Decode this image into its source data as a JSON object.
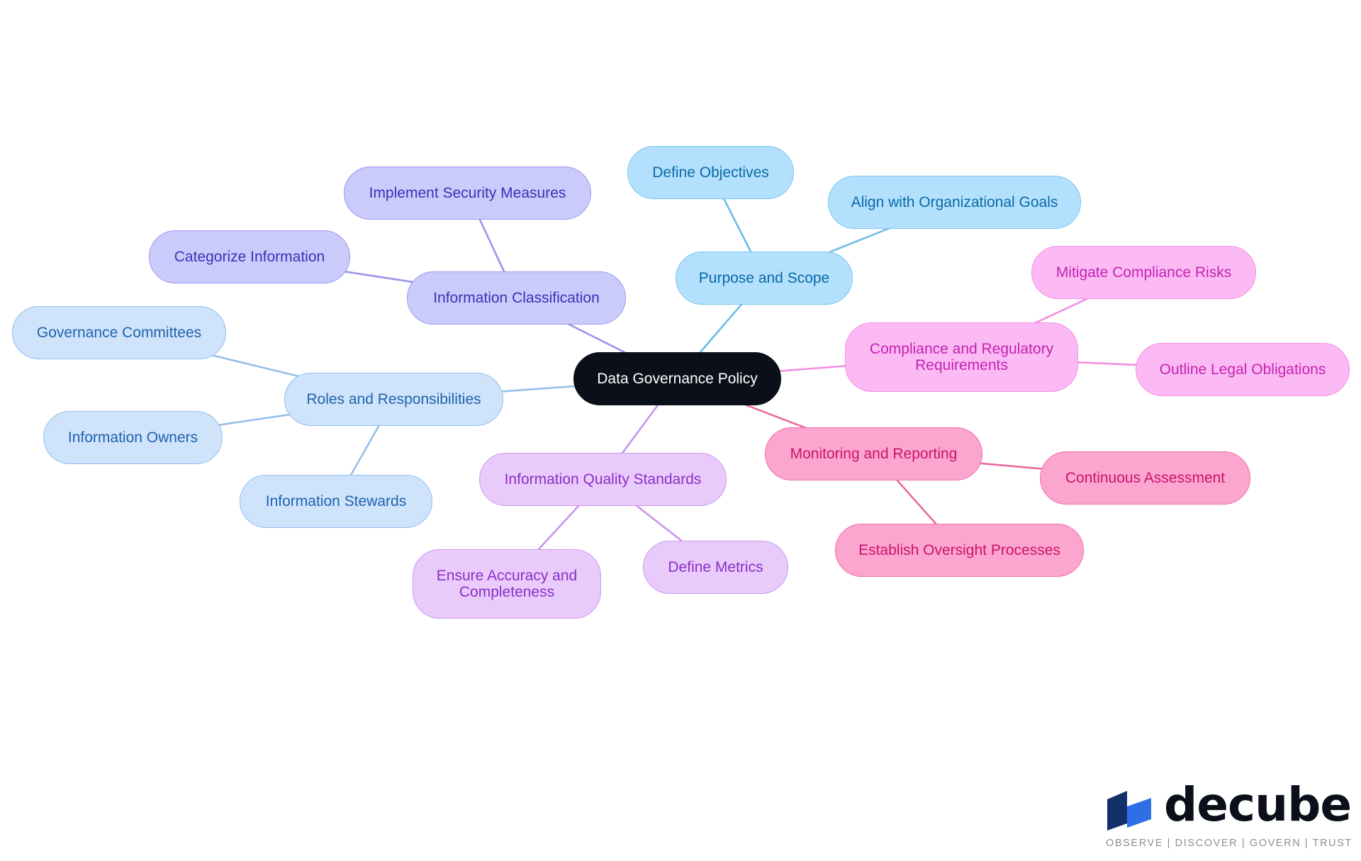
{
  "diagram": {
    "root": {
      "id": "root",
      "label": "Data Governance Policy"
    },
    "branches": [
      {
        "id": "purpose",
        "label": "Purpose and Scope",
        "color": "#6bbde6",
        "children": [
          {
            "id": "define-objectives",
            "label": "Define Objectives"
          },
          {
            "id": "align-goals",
            "label": "Align with Organizational Goals"
          }
        ]
      },
      {
        "id": "compliance",
        "label": "Compliance and Regulatory\nRequirements",
        "color": "#f28fe2",
        "children": [
          {
            "id": "mitigate-risks",
            "label": "Mitigate Compliance Risks"
          },
          {
            "id": "legal-obligations",
            "label": "Outline Legal Obligations"
          }
        ]
      },
      {
        "id": "monitoring",
        "label": "Monitoring and Reporting",
        "color": "#e9699f",
        "children": [
          {
            "id": "continuous-assessment",
            "label": "Continuous Assessment"
          },
          {
            "id": "oversight-processes",
            "label": "Establish Oversight Processes"
          }
        ]
      },
      {
        "id": "quality",
        "label": "Information Quality Standards",
        "color": "#c994ec",
        "children": [
          {
            "id": "accuracy",
            "label": "Ensure Accuracy and\nCompleteness"
          },
          {
            "id": "define-metrics",
            "label": "Define Metrics"
          }
        ]
      },
      {
        "id": "roles",
        "label": "Roles and Responsibilities",
        "color": "#94bfea",
        "children": [
          {
            "id": "governance-committees",
            "label": "Governance Committees"
          },
          {
            "id": "information-owners",
            "label": "Information Owners"
          },
          {
            "id": "information-stewards",
            "label": "Information Stewards"
          }
        ]
      },
      {
        "id": "classification",
        "label": "Information Classification",
        "color": "#9a96ea",
        "children": [
          {
            "id": "security-measures",
            "label": "Implement Security Measures"
          },
          {
            "id": "categorize",
            "label": "Categorize Information"
          }
        ]
      }
    ]
  },
  "logo": {
    "wordmark": "decube",
    "tagline": "OBSERVE | DISCOVER | GOVERN | TRUST",
    "colors": {
      "dark": "#13306b",
      "light": "#2f6fe6"
    }
  }
}
